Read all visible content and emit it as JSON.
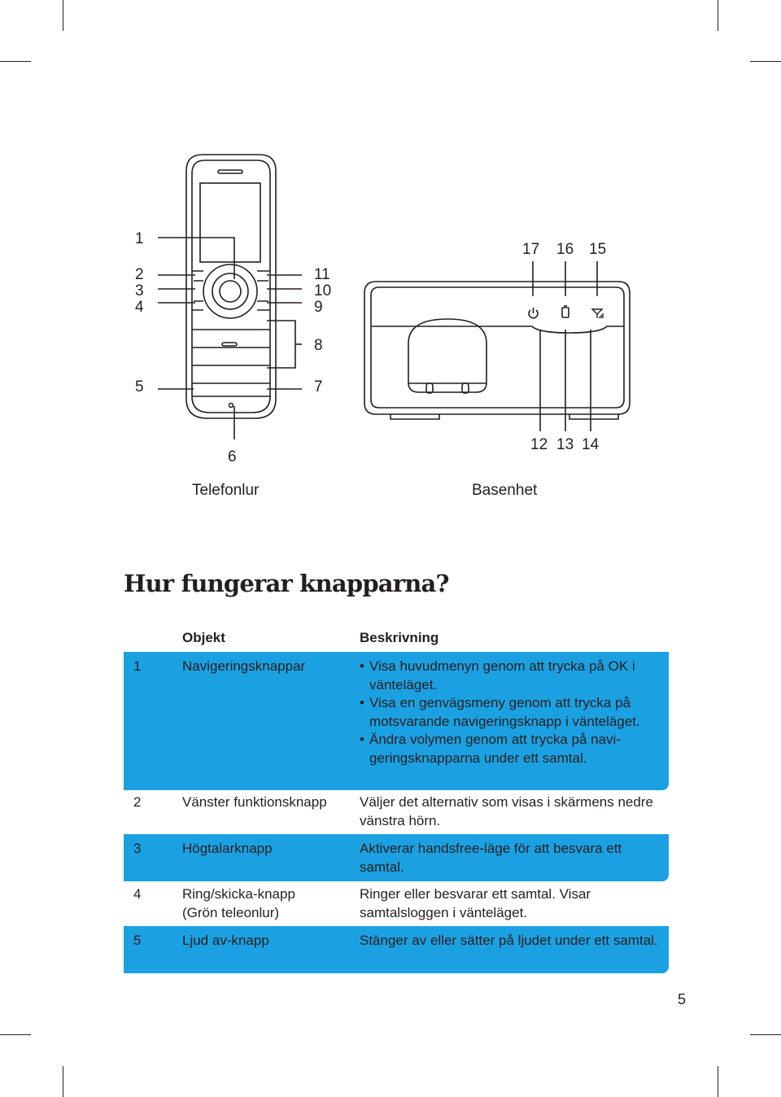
{
  "figure": {
    "handset_callouts": [
      "1",
      "2",
      "3",
      "4",
      "5",
      "6",
      "7",
      "8",
      "9",
      "10",
      "11"
    ],
    "base_callouts": [
      "12",
      "13",
      "14",
      "15",
      "16",
      "17"
    ],
    "handset_caption": "Telefonlur",
    "base_caption": "Basenhet",
    "icons": [
      "power-icon",
      "battery-icon",
      "signal-icon"
    ]
  },
  "title": "Hur fungerar knapparna?",
  "table": {
    "headers": {
      "object": "Objekt",
      "description": "Beskrivning"
    },
    "rows": [
      {
        "num": "1",
        "object": "Navigeringsknappar",
        "bullets": [
          "Visa huvudmenyn genom att trycka på OK i vänteläget.",
          "Visa en genvägsmeny genom att trycka på motsvarande navigeringsknapp i vänteläget.",
          "Ändra volymen genom att trycka på navi-geringsknapparna under ett samtal."
        ]
      },
      {
        "num": "2",
        "object": "Vänster funktionsknapp",
        "description": "Väljer det alternativ som visas i skärmens nedre vänstra hörn."
      },
      {
        "num": "3",
        "object": "Högtalarknapp",
        "description": "Aktiverar handsfree-läge för att besvara ett samtal."
      },
      {
        "num": "4",
        "object": "Ring/skicka-knapp\n(Grön teleonlur)",
        "description": "Ringer eller besvarar ett samtal. Visar samtalsloggen i vänteläget."
      },
      {
        "num": "5",
        "object": "Ljud av-knapp",
        "description": "Stänger av eller sätter på ljudet under ett samtal."
      }
    ]
  },
  "page_number": "5",
  "colors": {
    "accent": "#1ba1e2",
    "ink": "#231f20"
  }
}
